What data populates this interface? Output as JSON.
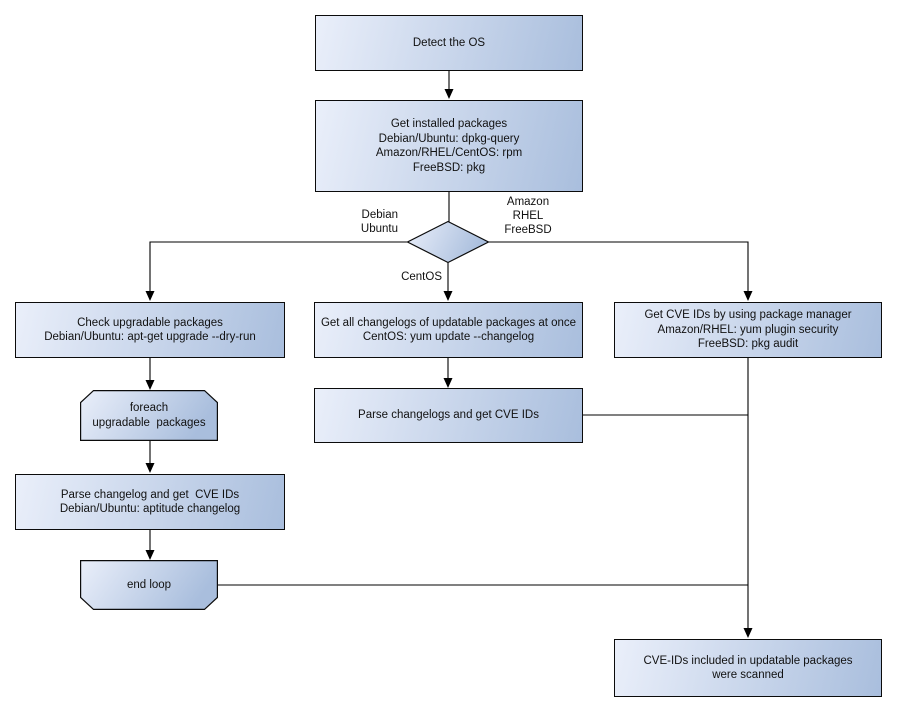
{
  "colors": {
    "background": "#ffffff",
    "node_fill_light": "#eaeffa",
    "node_fill_dark": "#a9bedd",
    "node_border": "#0b0b0b",
    "wire": "#000000",
    "text": "#111111"
  },
  "nodes": {
    "detect_os": {
      "lines": [
        "Detect the OS"
      ]
    },
    "get_installed": {
      "lines": [
        "Get installed packages",
        "Debian/Ubuntu: dpkg-query",
        "Amazon/RHEL/CentOS: rpm",
        "FreeBSD: pkg"
      ]
    },
    "check_upgradable": {
      "lines": [
        "Check upgradable packages",
        "Debian/Ubuntu: apt-get upgrade --dry-run"
      ]
    },
    "foreach_loop": {
      "lines": [
        "foreach",
        "upgradable  packages"
      ]
    },
    "parse_changelog": {
      "lines": [
        "Parse changelog and get  CVE IDs",
        "Debian/Ubuntu: aptitude changelog"
      ]
    },
    "end_loop": {
      "lines": [
        "end loop"
      ]
    },
    "get_changelogs": {
      "lines": [
        "Get all changelogs of updatable packages at once",
        "CentOS: yum update --changelog"
      ]
    },
    "parse_changelogs": {
      "lines": [
        "Parse changelogs and get CVE IDs"
      ]
    },
    "get_cve_pkg_mgr": {
      "lines": [
        "Get CVE IDs by using package manager",
        "Amazon/RHEL: yum plugin security",
        "FreeBSD: pkg audit"
      ]
    },
    "scanned": {
      "lines": [
        "CVE-IDs included in updatable packages",
        "were scanned"
      ]
    }
  },
  "edge_labels": {
    "debian_ubuntu": {
      "lines": [
        "Debian",
        "Ubuntu"
      ]
    },
    "amazon_rhel_freebsd": {
      "lines": [
        "Amazon",
        "RHEL",
        "FreeBSD"
      ]
    },
    "centos": {
      "lines": [
        "CentOS"
      ]
    }
  }
}
